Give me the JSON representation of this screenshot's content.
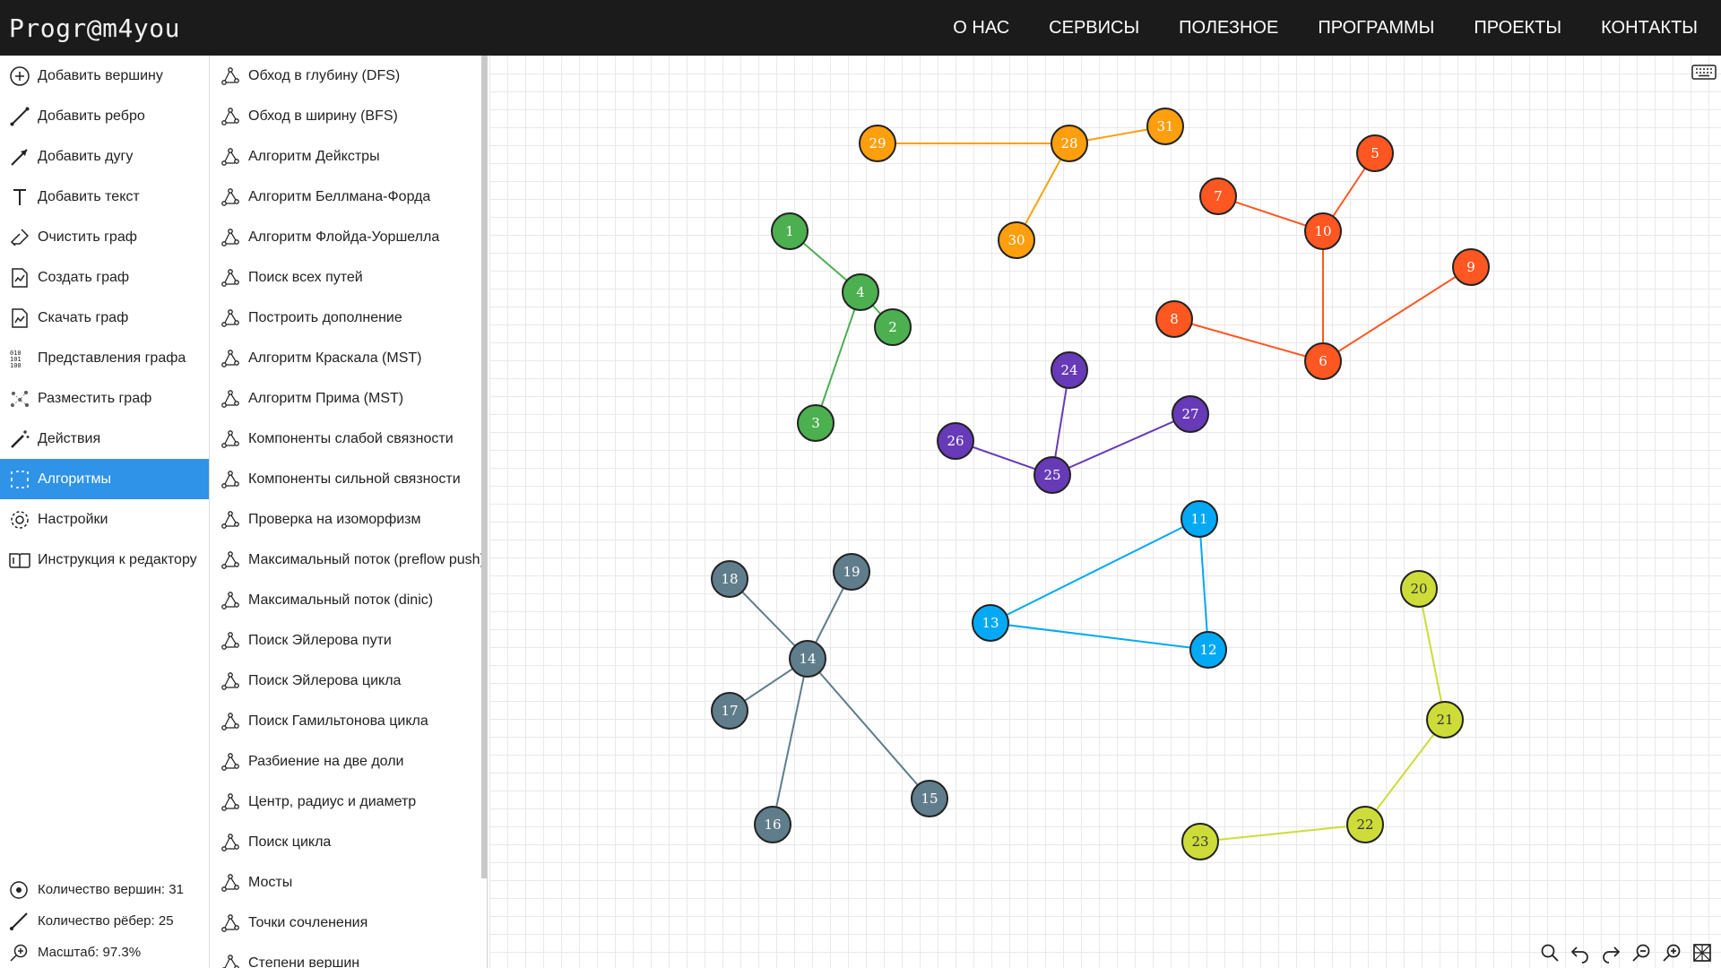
{
  "header": {
    "logo": "Progr@m4you",
    "nav": [
      "О НАС",
      "СЕРВИСЫ",
      "ПОЛЕЗНОЕ",
      "ПРОГРАММЫ",
      "ПРОЕКТЫ",
      "КОНТАКТЫ"
    ]
  },
  "menu": {
    "items": [
      {
        "label": "Добавить вершину",
        "icon": "add-vertex-icon"
      },
      {
        "label": "Добавить ребро",
        "icon": "add-edge-icon"
      },
      {
        "label": "Добавить дугу",
        "icon": "add-arc-icon"
      },
      {
        "label": "Добавить текст",
        "icon": "add-text-icon"
      },
      {
        "label": "Очистить граф",
        "icon": "clear-graph-icon"
      },
      {
        "label": "Создать граф",
        "icon": "create-graph-icon"
      },
      {
        "label": "Скачать граф",
        "icon": "download-graph-icon"
      },
      {
        "label": "Представления графа",
        "icon": "graph-representation-icon"
      },
      {
        "label": "Разместить граф",
        "icon": "arrange-graph-icon"
      },
      {
        "label": "Действия",
        "icon": "magic-wand-icon"
      },
      {
        "label": "Алгоритмы",
        "icon": "algorithms-icon",
        "active": true
      },
      {
        "label": "Настройки",
        "icon": "gear-icon"
      },
      {
        "label": "Инструкция к редактору",
        "icon": "book-icon"
      }
    ]
  },
  "stats": {
    "vertices": "Количество вершин: 31",
    "edges": "Количество рёбер: 25",
    "scale": "Масштаб: 97.3%"
  },
  "algorithms": [
    "Обход в глубину (DFS)",
    "Обход в ширину (BFS)",
    "Алгоритм Дейкстры",
    "Алгоритм Беллмана-Форда",
    "Алгоритм Флойда-Уоршелла",
    "Поиск всех путей",
    "Построить дополнение",
    "Алгоритм Краскала (MST)",
    "Алгоритм Прима (MST)",
    "Компоненты слабой связности",
    "Компоненты сильной связности",
    "Проверка на изоморфизм",
    "Максимальный поток (preflow push)",
    "Максимальный поток (dinic)",
    "Поиск Эйлерова пути",
    "Поиск Эйлерова цикла",
    "Поиск Гамильтонова цикла",
    "Разбиение на две доли",
    "Центр, радиус и диаметр",
    "Поиск цикла",
    "Мосты",
    "Точки сочленения",
    "Степени вершин"
  ],
  "graph": {
    "component_colors": {
      "orange": "#ff9f0d",
      "red": "#ff5722",
      "green": "#4caf50",
      "purple": "#673ab7",
      "blue": "#03a9f4",
      "gray": "#607d8b",
      "yellow": "#cddc39"
    },
    "vertices": [
      {
        "id": "1",
        "color": "green"
      },
      {
        "id": "2",
        "color": "green"
      },
      {
        "id": "3",
        "color": "green"
      },
      {
        "id": "4",
        "color": "green"
      },
      {
        "id": "5",
        "color": "red"
      },
      {
        "id": "6",
        "color": "red"
      },
      {
        "id": "7",
        "color": "red"
      },
      {
        "id": "8",
        "color": "red"
      },
      {
        "id": "9",
        "color": "red"
      },
      {
        "id": "10",
        "color": "red"
      },
      {
        "id": "11",
        "color": "blue"
      },
      {
        "id": "12",
        "color": "blue"
      },
      {
        "id": "13",
        "color": "blue"
      },
      {
        "id": "14",
        "color": "gray"
      },
      {
        "id": "15",
        "color": "gray"
      },
      {
        "id": "16",
        "color": "gray"
      },
      {
        "id": "17",
        "color": "gray"
      },
      {
        "id": "18",
        "color": "gray"
      },
      {
        "id": "19",
        "color": "gray"
      },
      {
        "id": "20",
        "color": "yellow"
      },
      {
        "id": "21",
        "color": "yellow"
      },
      {
        "id": "22",
        "color": "yellow"
      },
      {
        "id": "23",
        "color": "yellow"
      },
      {
        "id": "24",
        "color": "purple"
      },
      {
        "id": "25",
        "color": "purple"
      },
      {
        "id": "26",
        "color": "purple"
      },
      {
        "id": "27",
        "color": "purple"
      },
      {
        "id": "28",
        "color": "orange"
      },
      {
        "id": "29",
        "color": "orange"
      },
      {
        "id": "30",
        "color": "orange"
      },
      {
        "id": "31",
        "color": "orange"
      }
    ],
    "edges": [
      [
        "29",
        "28"
      ],
      [
        "28",
        "31"
      ],
      [
        "28",
        "30"
      ],
      [
        "1",
        "4"
      ],
      [
        "4",
        "2"
      ],
      [
        "4",
        "3"
      ],
      [
        "5",
        "10"
      ],
      [
        "7",
        "10"
      ],
      [
        "10",
        "6"
      ],
      [
        "8",
        "6"
      ],
      [
        "9",
        "6"
      ],
      [
        "24",
        "25"
      ],
      [
        "26",
        "25"
      ],
      [
        "27",
        "25"
      ],
      [
        "11",
        "13"
      ],
      [
        "11",
        "12"
      ],
      [
        "13",
        "12"
      ],
      [
        "18",
        "14"
      ],
      [
        "19",
        "14"
      ],
      [
        "17",
        "14"
      ],
      [
        "16",
        "14"
      ],
      [
        "15",
        "14"
      ],
      [
        "20",
        "21"
      ],
      [
        "21",
        "22"
      ],
      [
        "23",
        "22"
      ]
    ]
  }
}
